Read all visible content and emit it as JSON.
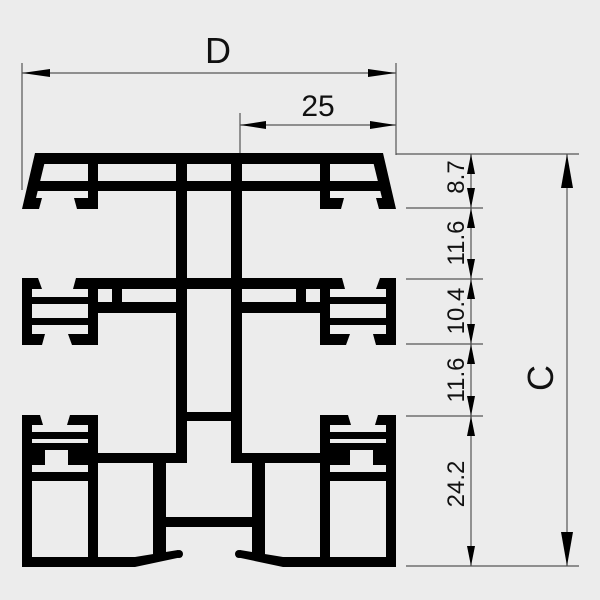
{
  "drawing": {
    "title": "Aluminium profile cross-section",
    "dimensions": {
      "overall_width": "D",
      "partial_width": "25",
      "overall_height": "C",
      "segments": [
        "8.7",
        "11.6",
        "10.4",
        "11.6",
        "24.2"
      ]
    },
    "colors": {
      "background": "#ececec",
      "profile": "#000000",
      "dimension_line": "#555555"
    }
  }
}
